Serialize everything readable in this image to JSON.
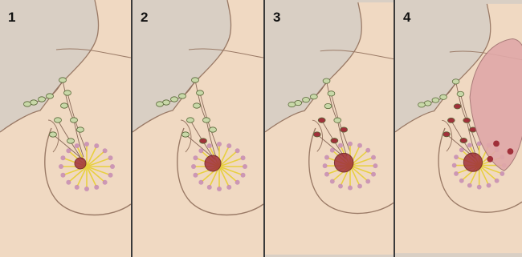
{
  "panels": [
    {
      "label": "1",
      "tumor": "small",
      "nodes_affected": 0,
      "skin_lesion": false
    },
    {
      "label": "2",
      "tumor": "medium",
      "nodes_affected": 1,
      "skin_lesion": false
    },
    {
      "label": "3",
      "tumor": "large",
      "nodes_affected": 4,
      "skin_lesion": false
    },
    {
      "label": "4",
      "tumor": "large",
      "nodes_affected": 6,
      "skin_lesion": true
    }
  ],
  "colors": {
    "background": "#d9cfc4",
    "skin": "#f0d9c2",
    "outline": "#9a7a66",
    "node": "#c8d8a8",
    "node_affected": "#a0303a",
    "gland": "#e8d040",
    "lobule": "#c080b0",
    "lesion": "#e0a8a8"
  }
}
